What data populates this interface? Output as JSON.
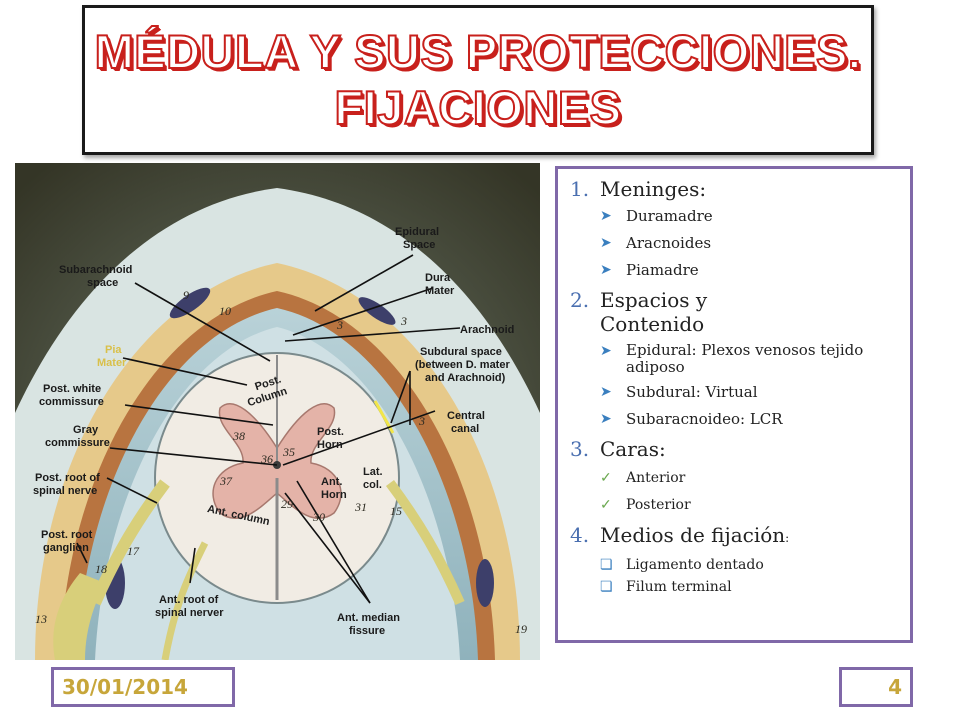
{
  "title": {
    "line1": "MÉDULA Y SUS PROTECCIONES.",
    "line2": "FIJACIONES"
  },
  "figure": {
    "labels": {
      "epidural_space": [
        "Epidural",
        "Space"
      ],
      "subarachnoid_space": [
        "Subarachnoid",
        "space"
      ],
      "dura_mater": [
        "Dura",
        "Mater"
      ],
      "arachnoid": [
        "Arachnoid"
      ],
      "pia_mater": [
        "Pia",
        "Mater"
      ],
      "subdural_space": [
        "Subdural space",
        "(between D. mater",
        "and Arachnoid)"
      ],
      "post_white_commissure": [
        "Post. white",
        "commissure"
      ],
      "gray_commissure": [
        "Gray",
        "commissure"
      ],
      "central_canal": [
        "Central",
        "canal"
      ],
      "post_root_spinal_nerve": [
        "Post. root of",
        "spinal nerve"
      ],
      "post_root_ganglion": [
        "Post. root",
        "ganglion"
      ],
      "ant_root_spinal_nerve": [
        "Ant. root of",
        "spinal nerver"
      ],
      "ant_median_fissure": [
        "Ant. median",
        "fissure"
      ],
      "post_column": [
        "Post.",
        "Column"
      ],
      "post_horn": [
        "Post.",
        "Horn"
      ],
      "lat_col": [
        "Lat.",
        "col."
      ],
      "ant_horn": [
        "Ant.",
        "Horn"
      ],
      "ant_column": [
        "Ant. column"
      ]
    },
    "numbers": [
      "9",
      "10",
      "3",
      "3",
      "38",
      "35",
      "36",
      "37",
      "30",
      "31",
      "29",
      "15",
      "17",
      "18",
      "13",
      "19",
      "3"
    ]
  },
  "outline": [
    {
      "num": "1.",
      "text": "Meninges:",
      "items": [
        {
          "marker": "arrow",
          "text": "Duramadre"
        },
        {
          "marker": "arrow",
          "text": "Aracnoides"
        },
        {
          "marker": "arrow",
          "text": "Piamadre"
        }
      ]
    },
    {
      "num": "2.",
      "text": "Espacios  y Contenido",
      "items": [
        {
          "marker": "arrow",
          "text": "Epidural: Plexos venosos  tejido adiposo"
        },
        {
          "marker": "arrow",
          "text": "Subdural: Virtual"
        },
        {
          "marker": "arrow",
          "text": "Subaracnoideo: LCR"
        }
      ]
    },
    {
      "num": "3.",
      "text": "Caras:",
      "items": [
        {
          "marker": "check",
          "text": "Anterior"
        },
        {
          "marker": "check",
          "text": "Posterior"
        }
      ]
    },
    {
      "num": "4.",
      "text": "Medios de fijación",
      "suffix": ":",
      "items": [
        {
          "marker": "box",
          "text": "Ligamento dentado"
        },
        {
          "marker": "box",
          "text": "Filum terminal"
        }
      ]
    }
  ],
  "footer": {
    "date": "30/01/2014",
    "page": "4"
  },
  "colors": {
    "title_red": "#c8201c",
    "frame_purple": "#8068a8",
    "number_blue": "#4a6fb0",
    "footer_gold": "#c7a63a"
  },
  "icons": {
    "arrow": "arrow-bullet-icon",
    "check": "check-bullet-icon",
    "box": "checkbox-bullet-icon"
  }
}
